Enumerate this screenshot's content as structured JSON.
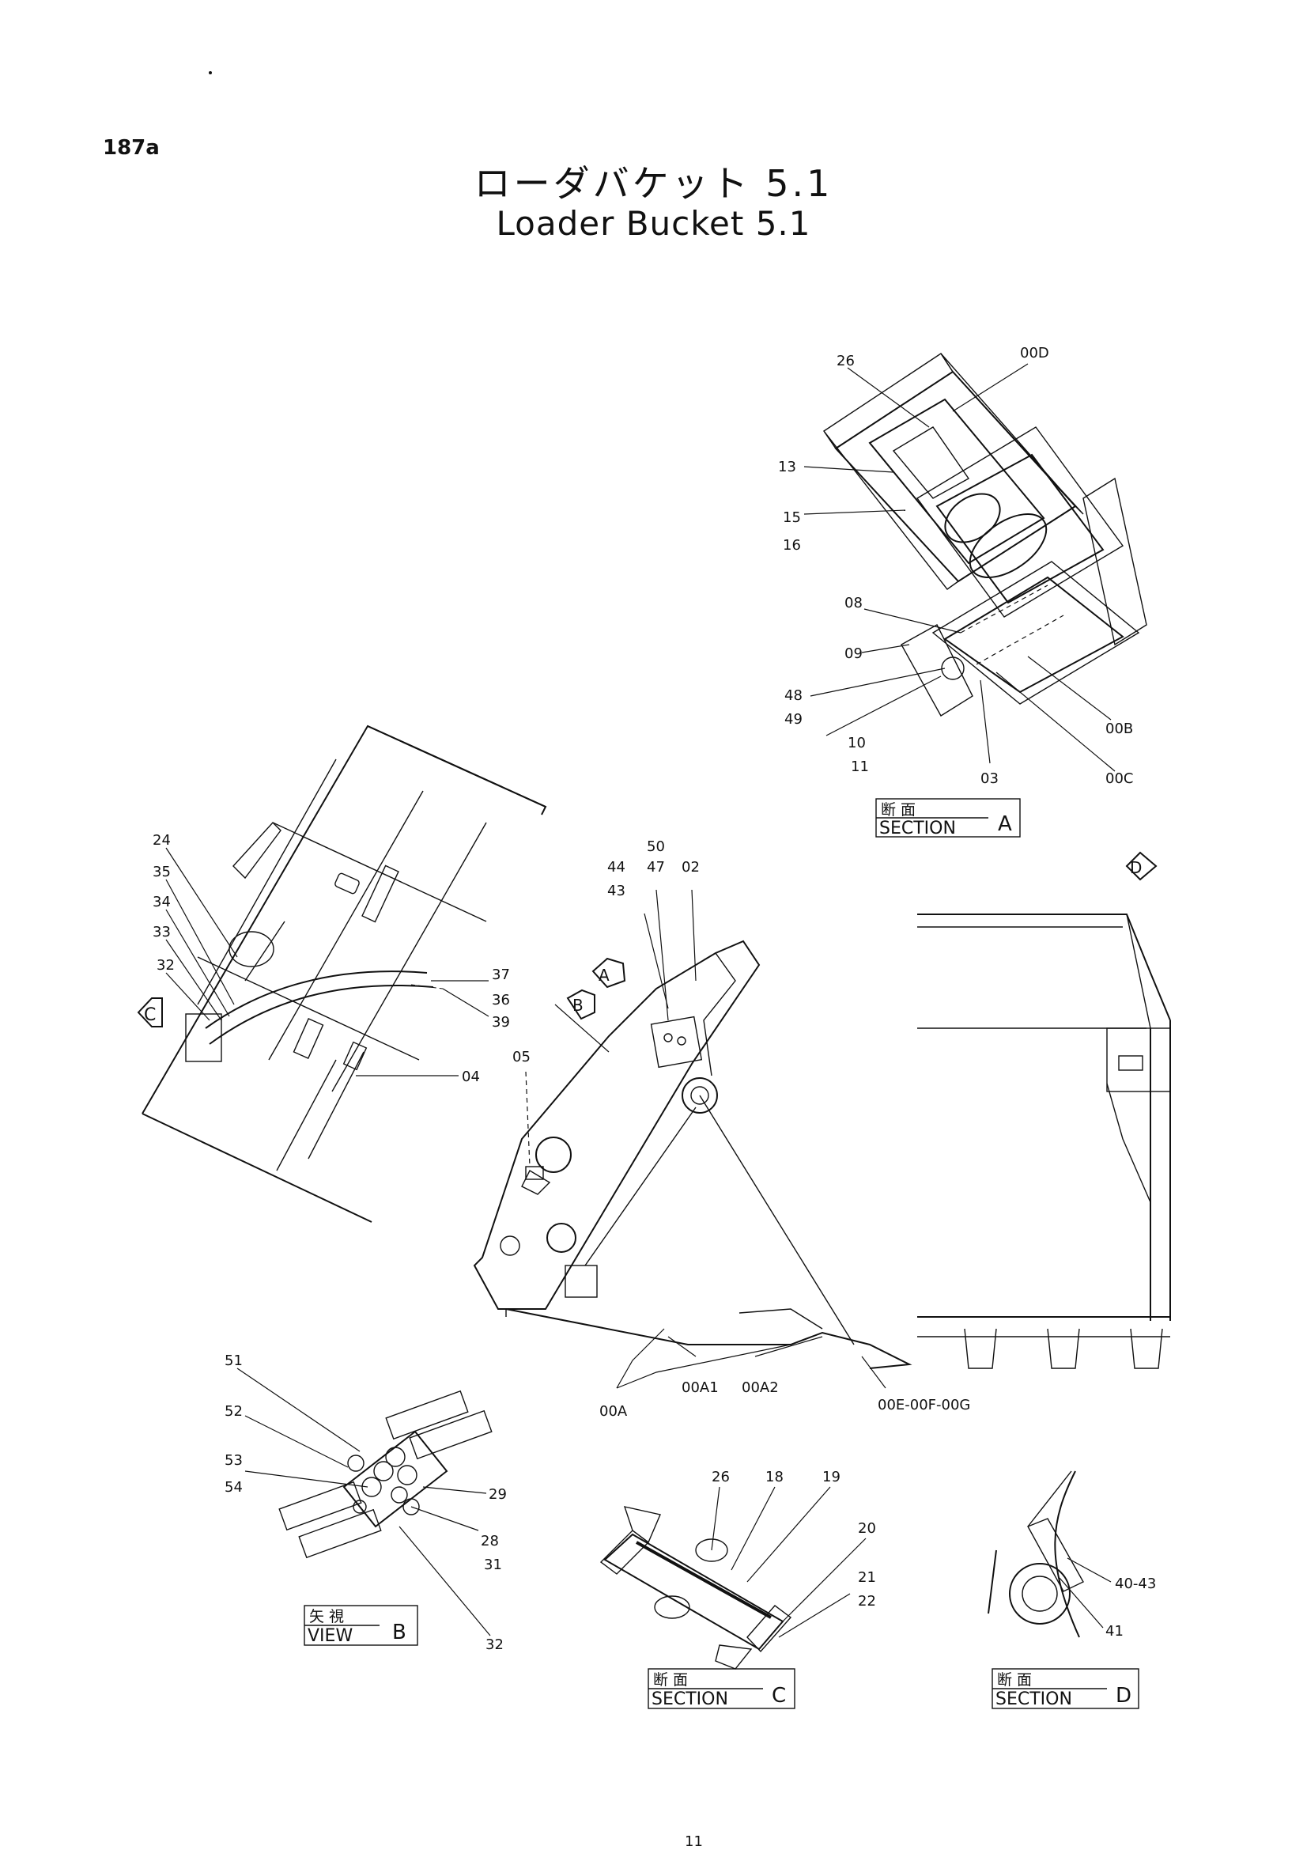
{
  "page": {
    "number": "187a",
    "title_jp": "ローダバケット 5.1",
    "title_en": "Loader Bucket 5.1",
    "footer": "11"
  },
  "section_a": {
    "labels": {
      "l26": "26",
      "l00d": "00D",
      "l13": "13",
      "l15": "15",
      "l16": "16",
      "l08": "08",
      "l09": "09",
      "l48": "48",
      "l49": "49",
      "l10": "10",
      "l11": "11",
      "l03": "03",
      "l00b": "00B",
      "l00c": "00C"
    },
    "caption_jp": "断 面",
    "caption_en": "SECTION",
    "caption_letter": "A"
  },
  "side_view": {
    "labels": {
      "l24": "24",
      "l35": "35",
      "l34": "34",
      "l33": "33",
      "l32": "32",
      "l37": "37",
      "l36": "36",
      "l39": "39",
      "l04": "04"
    },
    "marker_c": "C"
  },
  "main_view": {
    "labels": {
      "l50": "50",
      "l47": "47",
      "l44": "44",
      "l43": "43",
      "l02": "02",
      "l05": "05",
      "l00a": "00A",
      "l00a1": "00A1",
      "l00a2": "00A2",
      "l00efg": "00E-00F-00G"
    },
    "marker_a": "A",
    "marker_b": "B",
    "marker_d": "D"
  },
  "view_b": {
    "labels": {
      "l51": "51",
      "l52": "52",
      "l53": "53",
      "l54": "54",
      "l29": "29",
      "l28": "28",
      "l31": "31",
      "l32": "32"
    },
    "caption_jp": "矢 視",
    "caption_en": "VIEW",
    "caption_letter": "B"
  },
  "section_c": {
    "labels": {
      "l26": "26",
      "l18": "18",
      "l19": "19",
      "l20": "20",
      "l21": "21",
      "l22": "22"
    },
    "caption_jp": "断 面",
    "caption_en": "SECTION",
    "caption_letter": "C"
  },
  "section_d": {
    "labels": {
      "l4043": "40-43",
      "l41": "41"
    },
    "caption_jp": "断 面",
    "caption_en": "SECTION",
    "caption_letter": "D"
  }
}
